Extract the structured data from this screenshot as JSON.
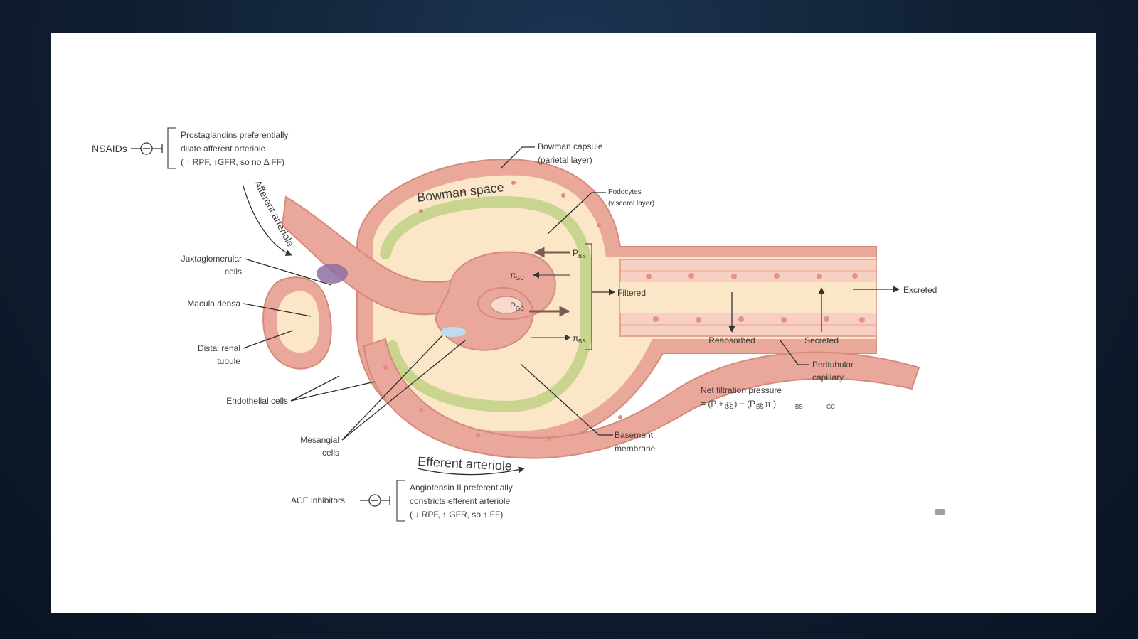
{
  "labels": {
    "nsaids": "NSAIDs",
    "prostaglandins_1": "Prostaglandins preferentially",
    "prostaglandins_2": "dilate afferent arteriole",
    "prostaglandins_3": "( ↑ RPF,  ↑GFR, so no Δ FF)",
    "afferent_arteriole": "Afferent arteriole",
    "bowman_capsule_1": "Bowman capsule",
    "bowman_capsule_2": "(parietal layer)",
    "bowman_space": "Bowman space",
    "podocytes_1": "Podocytes",
    "podocytes_2": "(visceral layer)",
    "juxtaglomerular_1": "Juxtaglomerular",
    "juxtaglomerular_2": "cells",
    "macula_densa": "Macula densa",
    "distal_renal_1": "Distal renal",
    "distal_renal_2": "tubule",
    "endothelial": "Endothelial cells",
    "mesangial_1": "Mesangial",
    "mesangial_2": "cells",
    "efferent_arteriole": "Efferent arteriole",
    "basement_1": "Basement",
    "basement_2": "membrane",
    "filtered": "Filtered",
    "reabsorbed": "Reabsorbed",
    "secreted": "Secreted",
    "excreted": "Excreted",
    "peritubular_1": "Peritubular",
    "peritubular_2": "capillary",
    "nfp_title": "Net filtration pressure",
    "nfp_formula": "= (P   +  π   ) − (P   +  π   )",
    "p_bs": "P",
    "pi_gc": "π",
    "p_gc": "P",
    "pi_bs": "π",
    "sub_gc": "GC",
    "sub_bs": "BS",
    "ace_inhibitors": "ACE inhibitors",
    "angiotensin_1": "Angiotensin II preferentially",
    "angiotensin_2": "constricts efferent arteriole",
    "angiotensin_3": "( ↓ RPF, ↑ GFR, so ↑ FF)"
  },
  "colors": {
    "vessel": "#eaa79b",
    "vessel_dark": "#d98878",
    "vessel_light": "#f4c4b8",
    "capsule_space": "#fbe7c8",
    "podocyte": "#c8d58f",
    "juxta": "#8e6fa3",
    "background": "#0f1e31",
    "slide": "#ffffff"
  },
  "icons": [
    "inhibit-icon",
    "inhibit-icon",
    "arrow-icon",
    "slide-corner-icon"
  ]
}
